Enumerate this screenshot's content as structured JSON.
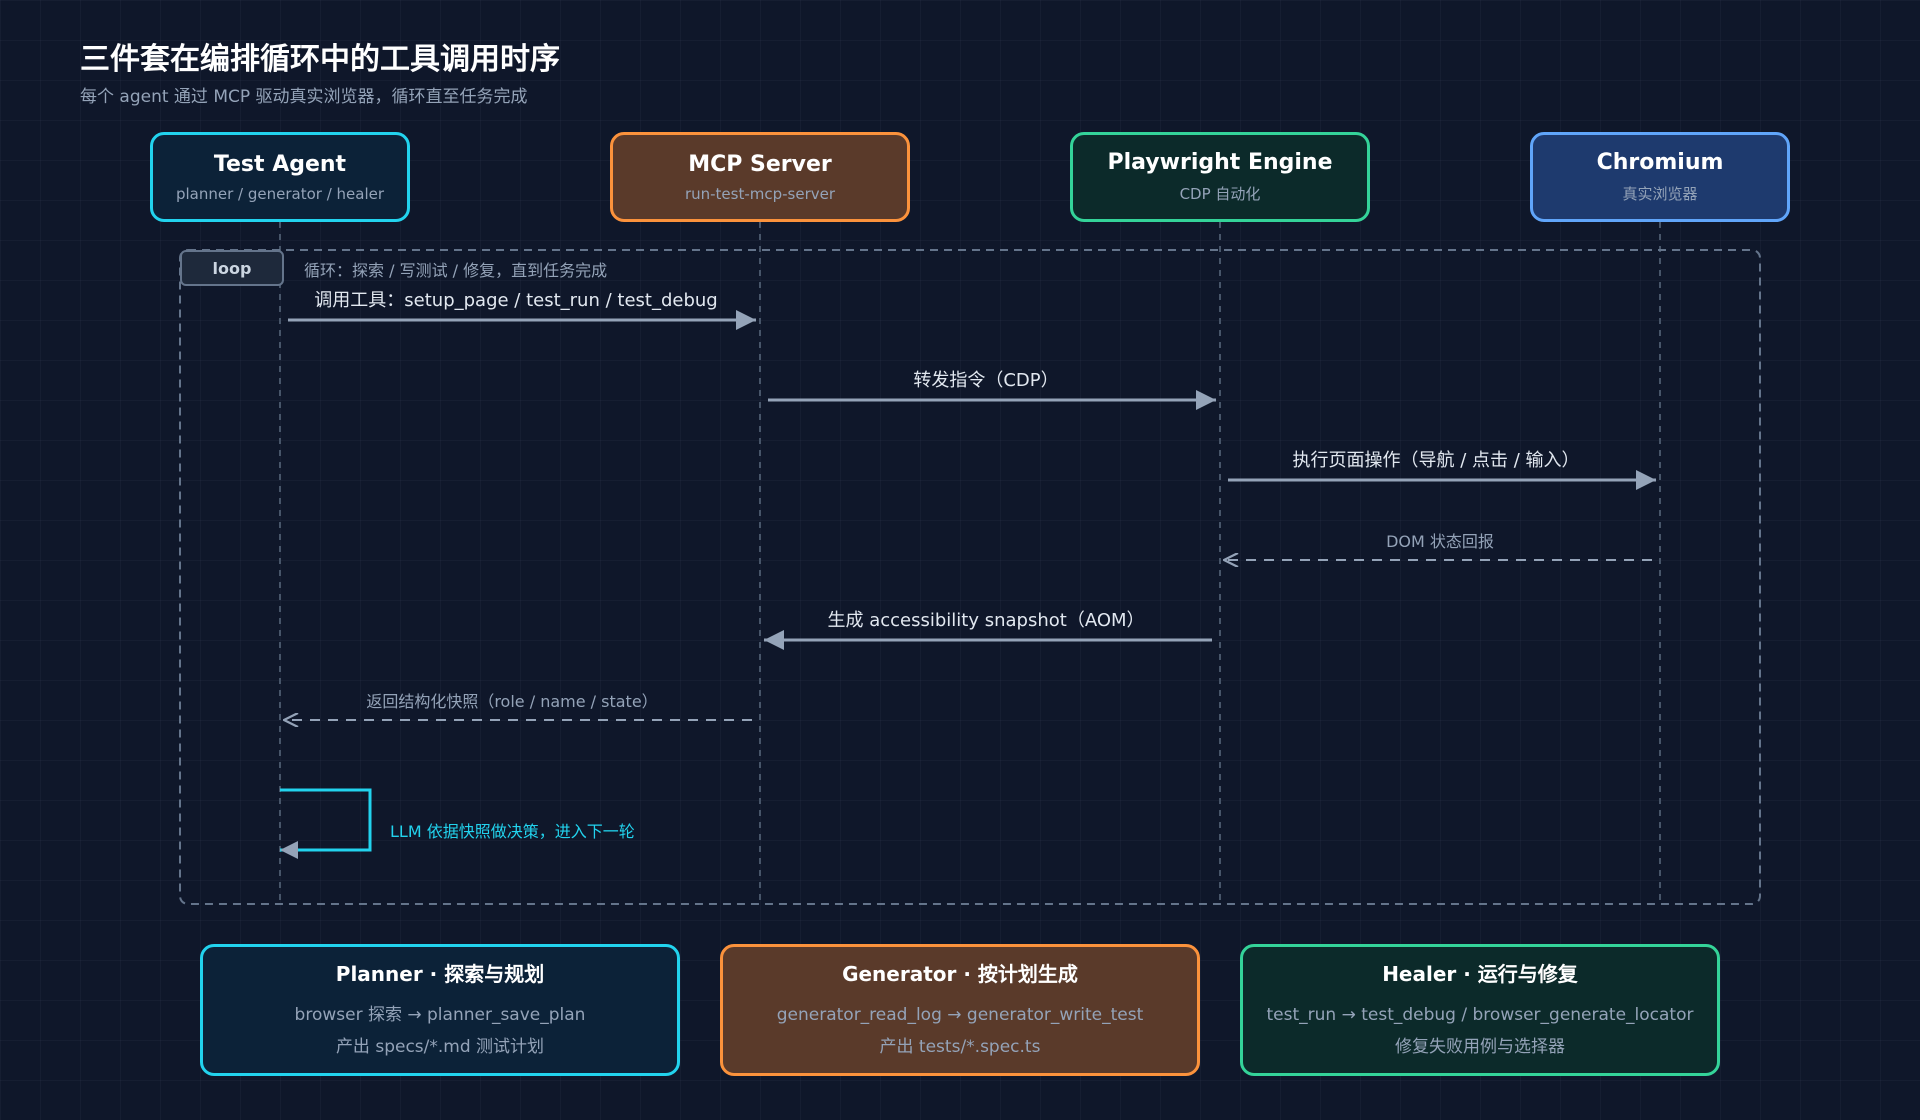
{
  "title": "三件套在编排循环中的工具调用时序",
  "subtitle": "每个 agent 通过 MCP 驱动真实浏览器，循环直至任务完成",
  "actors": [
    {
      "name": "Test Agent",
      "sub": "planner / generator / healer",
      "border": "#22d3ee",
      "fill": "#0c2238"
    },
    {
      "name": "MCP Server",
      "sub": "run-test-mcp-server",
      "border": "#fb923c",
      "fill": "#5a3a2a"
    },
    {
      "name": "Playwright Engine",
      "sub": "CDP 自动化",
      "border": "#34d399",
      "fill": "#0c2a2a"
    },
    {
      "name": "Chromium",
      "sub": "真实浏览器",
      "border": "#60a5fa",
      "fill": "#1e3a6e"
    }
  ],
  "loop": {
    "tag": "loop",
    "label": "循环：探索 / 写测试 / 修复，直到任务完成"
  },
  "messages": [
    {
      "text": "调用工具：setup_page / test_run / test_debug",
      "from": 0,
      "to": 1,
      "style": "solid"
    },
    {
      "text": "转发指令（CDP）",
      "from": 1,
      "to": 2,
      "style": "solid"
    },
    {
      "text": "执行页面操作（导航 / 点击 / 输入）",
      "from": 2,
      "to": 3,
      "style": "solid"
    },
    {
      "text": "DOM 状态回报",
      "from": 3,
      "to": 2,
      "style": "dashed"
    },
    {
      "text": "生成 accessibility snapshot（AOM）",
      "from": 2,
      "to": 1,
      "style": "solid"
    },
    {
      "text": "返回结构化快照（role / name / state）",
      "from": 1,
      "to": 0,
      "style": "dashed"
    }
  ],
  "self_call": {
    "text": "LLM 依据快照做决策，进入下一轮",
    "color": "#22d3ee"
  },
  "cards": [
    {
      "title": "Planner · 探索与规划",
      "line1": "browser 探索 → planner_save_plan",
      "line2": "产出 specs/*.md 测试计划",
      "border": "#22d3ee",
      "fill": "#0c2238"
    },
    {
      "title": "Generator · 按计划生成",
      "line1": "generator_read_log → generator_write_test",
      "line2": "产出 tests/*.spec.ts",
      "border": "#fb923c",
      "fill": "#5a3a2a"
    },
    {
      "title": "Healer · 运行与修复",
      "line1": "test_run → test_debug / browser_generate_locator",
      "line2": "修复失败用例与选择器",
      "border": "#34d399",
      "fill": "#0c2a2a"
    }
  ],
  "colors": {
    "arrow": "#94a3b8",
    "lifeline": "#475569",
    "loop_border": "#64748b"
  }
}
